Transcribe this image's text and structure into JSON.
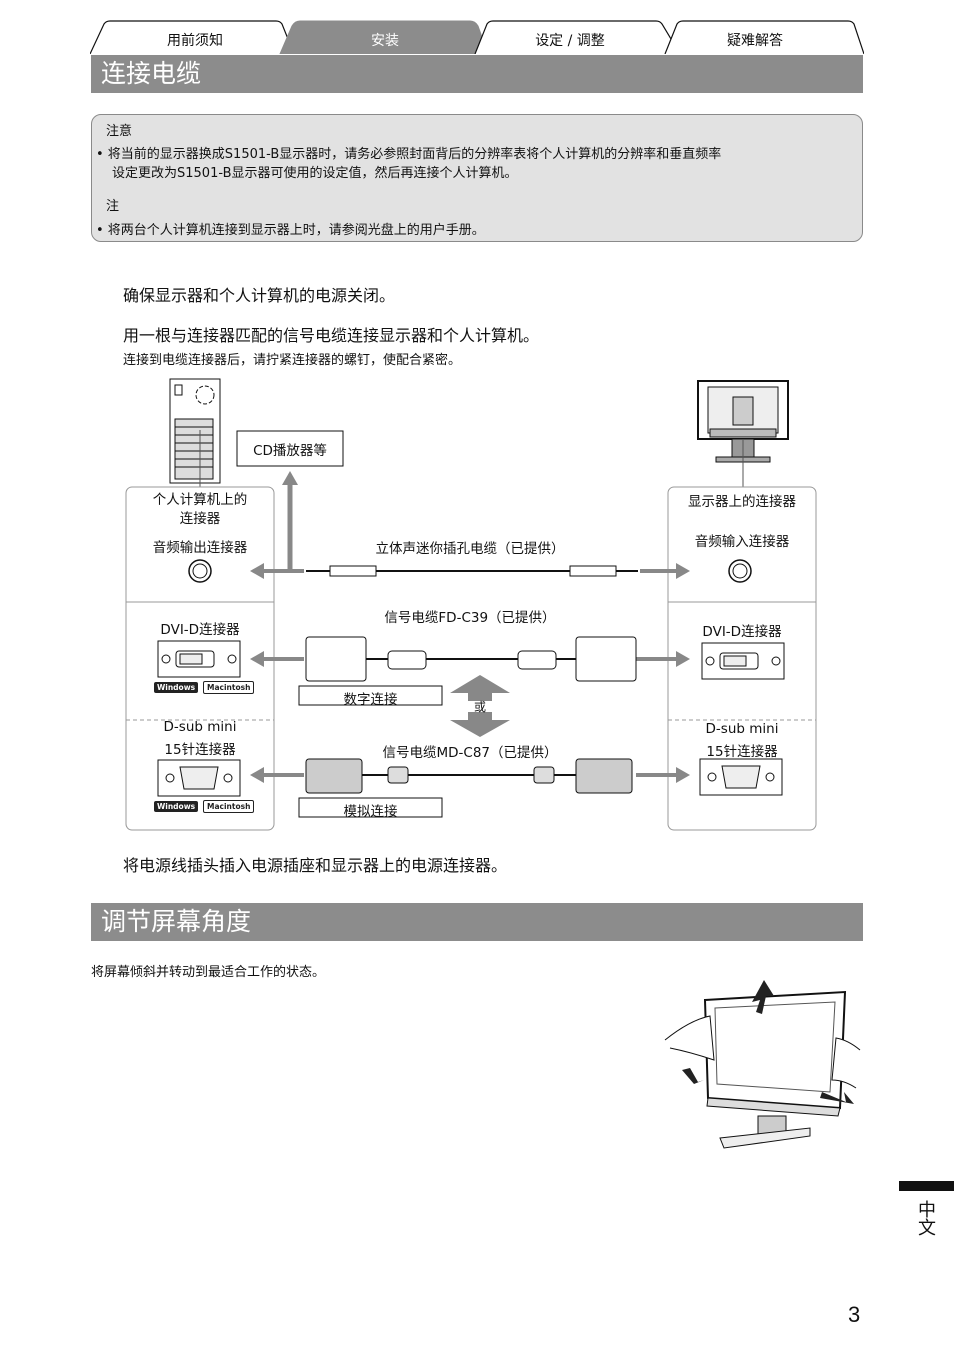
{
  "tabs": [
    "用前须知",
    "安装",
    "设定 / 调整",
    "疑难解答"
  ],
  "section1_title": "连接电缆",
  "notes": {
    "caution_heading": "注意",
    "caution_line1": "• 将当前的显示器换成S1501-B显示器时，请务必参照封面背后的分辨率表将个人计算机的分辨率和垂直频率",
    "caution_line2": "设定更改为S1501-B显示器可使用的设定值，然后再连接个人计算机。",
    "note_heading": "注",
    "note_line1": "• 将两台个人计算机连接到显示器上时，请参阅光盘上的用户手册。"
  },
  "steps": {
    "step1": "确保显示器和个人计算机的电源关闭。",
    "step2": "用一根与连接器匹配的信号电缆连接显示器和个人计算机。",
    "step2_sub": "连接到电缆连接器后，请拧紧连接器的螺钉，使配合紧密。",
    "step3": "将电源线插头插入电源插座和显示器上的电源连接器。"
  },
  "diagram": {
    "cd_player": "CD播放器等",
    "pc_connector_line1": "个人计算机上的",
    "pc_connector_line2": "连接器",
    "monitor_connector": "显示器上的连接器",
    "audio_out": "音频输出连接器",
    "audio_in": "音频输入连接器",
    "stereo_cable": "立体声迷你插孔电缆（已提供）",
    "dvi_left": "DVI-D连接器",
    "dvi_right": "DVI-D连接器",
    "signal_cable_fd": "信号电缆FD-C39（已提供）",
    "digital_conn": "数字连接",
    "or": "或",
    "dsub_left_line1": "D-sub mini",
    "dsub_left_line2": "15针连接器",
    "dsub_right_line1": "D-sub mini",
    "dsub_right_line2": "15针连接器",
    "signal_cable_md": "信号电缆MD-C87（已提供）",
    "analog_conn": "模拟连接",
    "windows": "Windows",
    "macintosh": "Macintosh"
  },
  "section2_title": "调节屏幕角度",
  "section2_text": "将屏幕倾斜并转动到最适合工作的状态。",
  "side_label": "中文",
  "page_number": "3"
}
